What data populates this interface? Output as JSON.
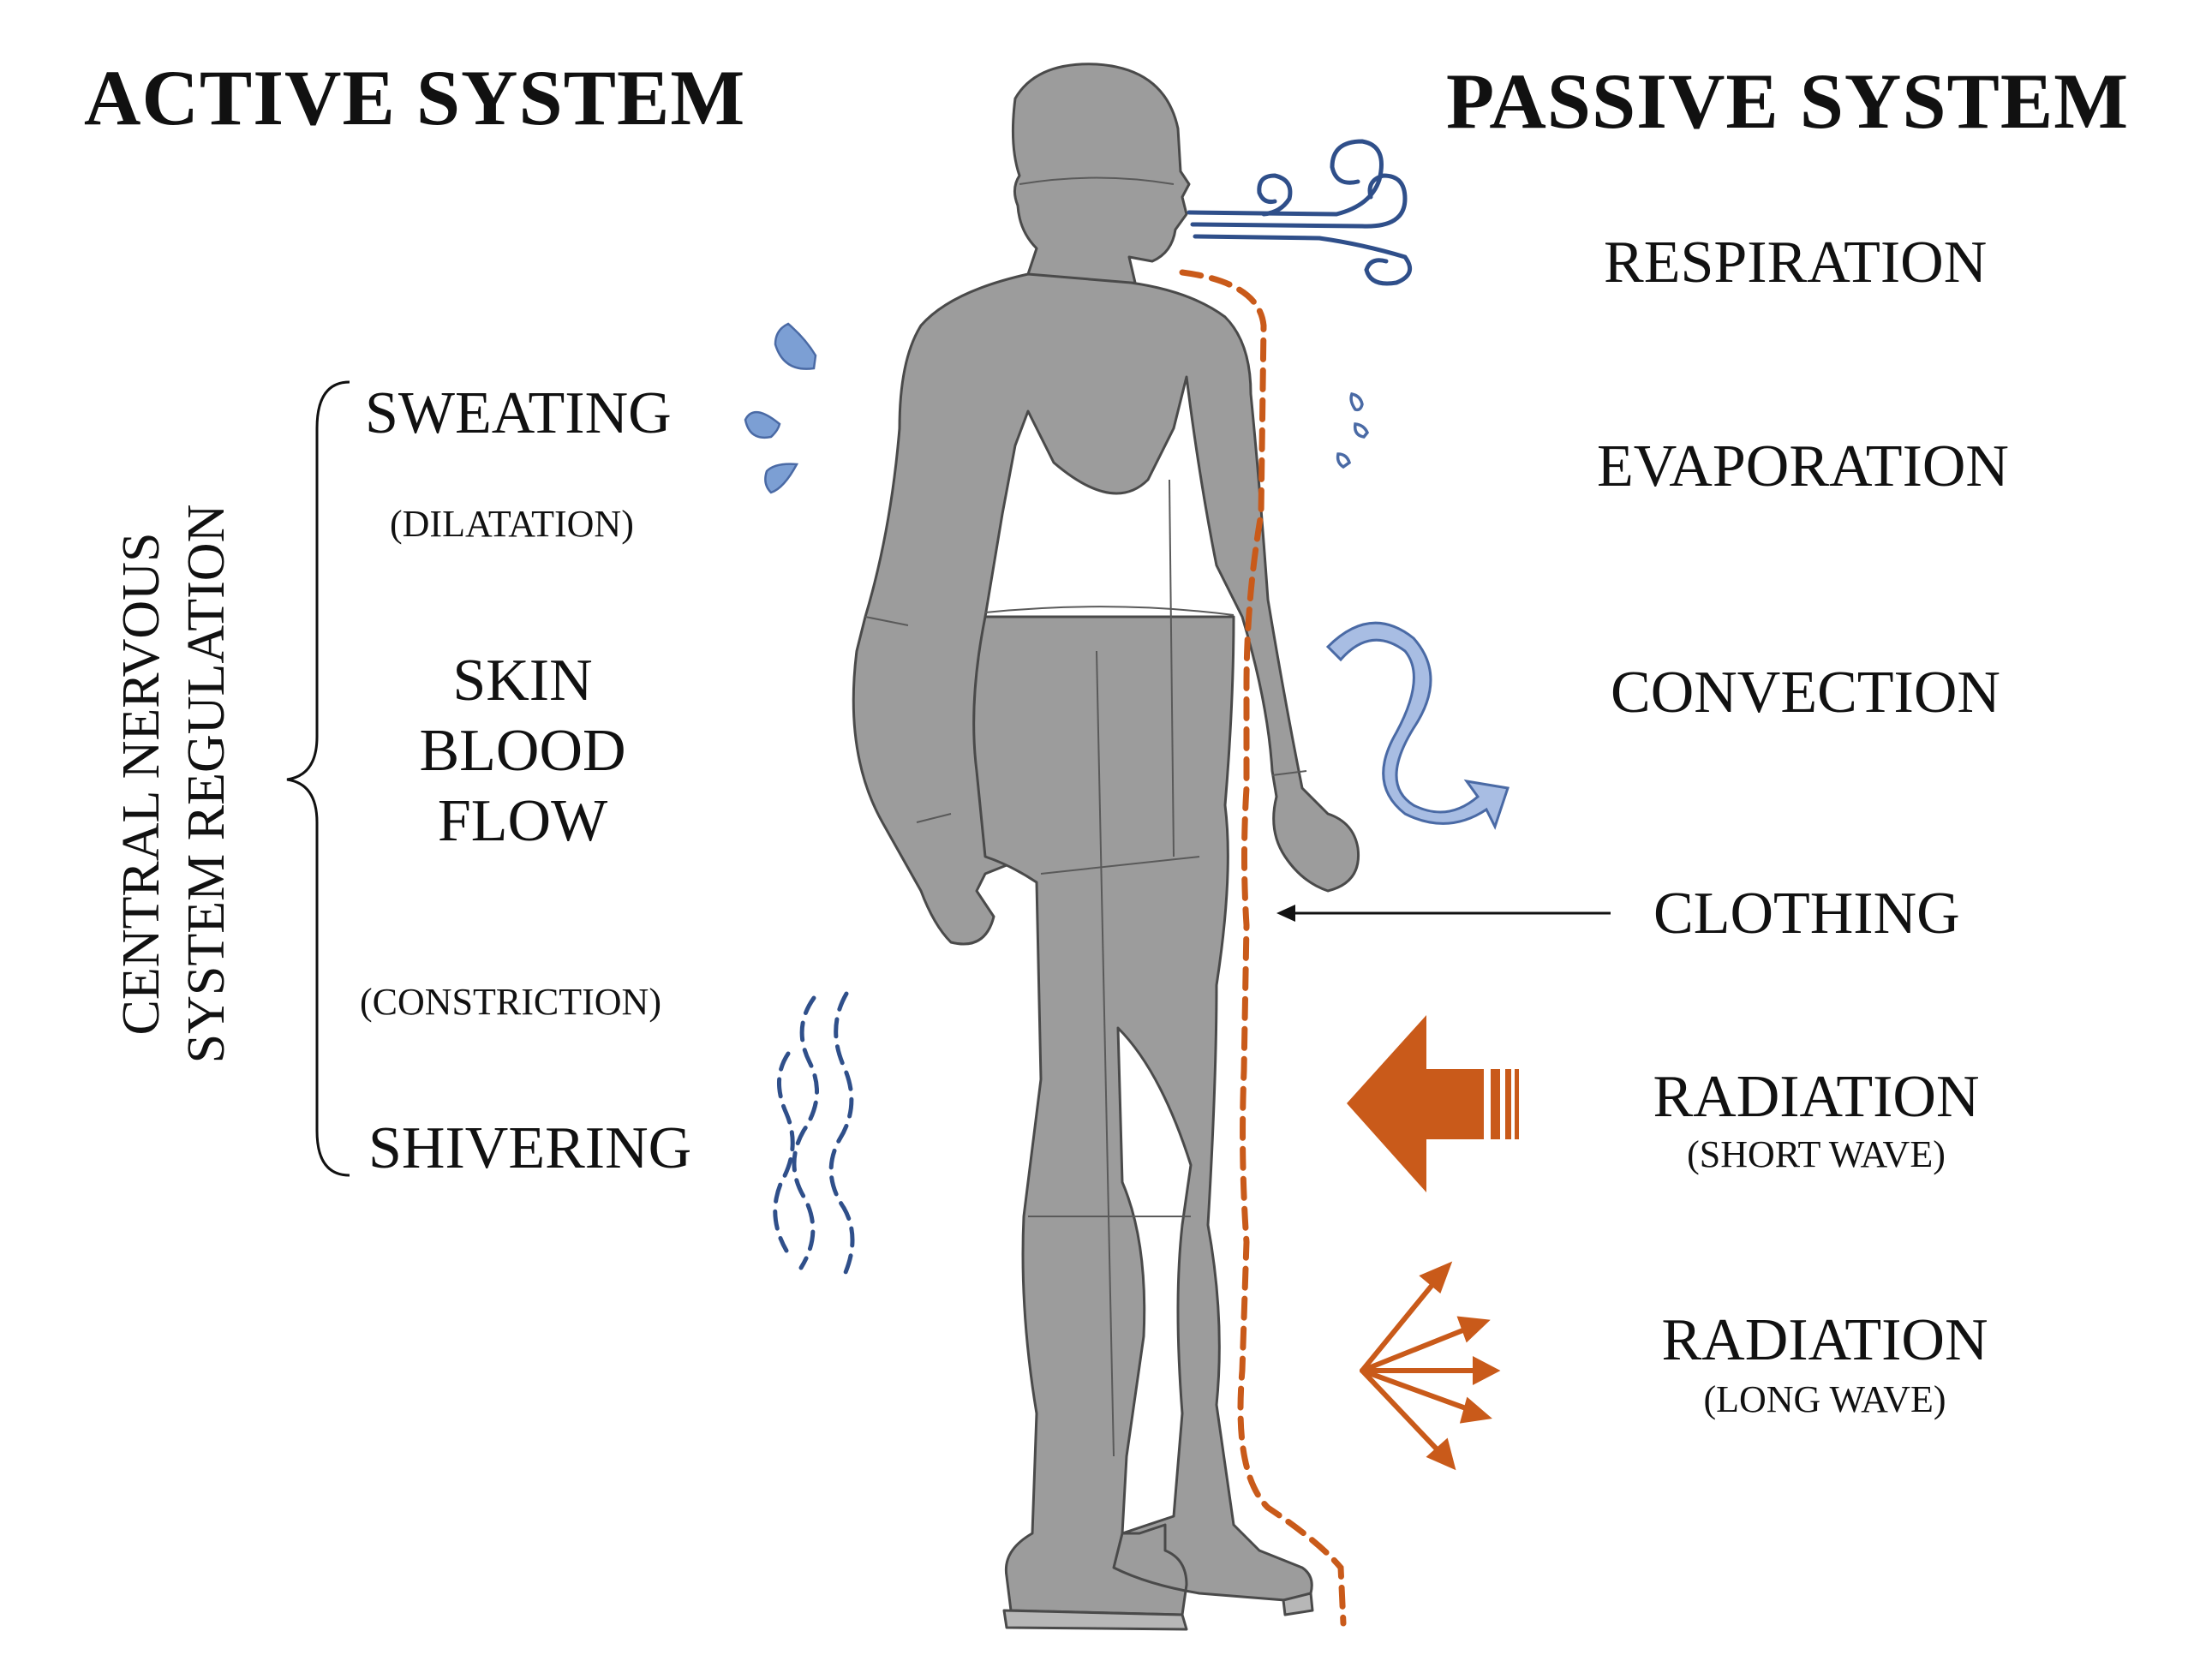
{
  "titles": {
    "active": "ACTIVE SYSTEM",
    "passive": "PASSIVE SYSTEM"
  },
  "active": {
    "cns_line1": "CENTRAL NERVOUS",
    "cns_line2": "SYSTEM REGULATION",
    "sweating": "SWEATING",
    "dilatation": "(DILATATION)",
    "skin": "SKIN",
    "blood": "BLOOD",
    "flow": "FLOW",
    "constriction": "(CONSTRICTION)",
    "shivering": "SHIVERING"
  },
  "passive": {
    "respiration": "RESPIRATION",
    "evaporation": "EVAPORATION",
    "convection": "CONVECTION",
    "clothing": "CLOTHING",
    "radiation_short": "RADIATION",
    "short_wave": "(SHORT WAVE)",
    "radiation_long": "RADIATION",
    "long_wave": "(LONG WAVE)"
  },
  "icons": [
    "sweat-drops-icon",
    "shiver-waves-icon",
    "breath-swirl-icon",
    "evaporation-drops-icon",
    "convection-arrow-icon",
    "short-wave-arrow-icon",
    "long-wave-rays-icon",
    "human-figure-icon",
    "clothing-layer-line"
  ],
  "colors": {
    "figure": "#9c9c9c",
    "figure_outline": "#4a4a4a",
    "clothing_line": "#c95a1a",
    "radiation": "#c95a1a",
    "respiration": "#2f4f8a",
    "water": "#7c9fd4",
    "shiver": "#2f4f8a"
  }
}
